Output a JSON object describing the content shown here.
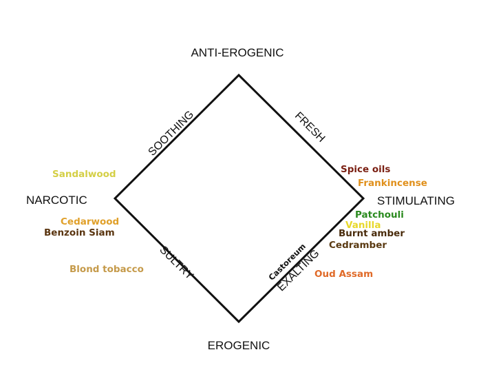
{
  "corners": {
    "top": "ANTI-EROGENIC",
    "bottom": "EROGENIC",
    "left": "NARCOTIC",
    "right": "STIMULATING"
  },
  "sides": {
    "top_left": "SOOTHING",
    "top_right": "FRESH",
    "bottom_left": "SULTRY",
    "bottom_right": "EXALTING"
  },
  "ingredients": {
    "sandalwood": {
      "label": "Sandalwood",
      "color": "#d4cf45"
    },
    "cedarwood": {
      "label": "Cedarwood",
      "color": "#e0a02a"
    },
    "benzoin_siam": {
      "label": "Benzoin Siam",
      "color": "#5a3510"
    },
    "blond_tobacco": {
      "label": "Blond tobacco",
      "color": "#c59a4a"
    },
    "spice_oils": {
      "label": "Spice oils",
      "color": "#7a1f12"
    },
    "frankincense": {
      "label": "Frankincense",
      "color": "#e0901c"
    },
    "patchouli": {
      "label": "Patchouli",
      "color": "#2a8a1e"
    },
    "vanilla": {
      "label": "Vanilla",
      "color": "#e8d82a"
    },
    "burnt_amber": {
      "label": "Burnt amber",
      "color": "#4a2c0c"
    },
    "cedramber": {
      "label": "Cedramber",
      "color": "#5a3a12"
    },
    "oud_assam": {
      "label": "Oud Assam",
      "color": "#e06a28"
    },
    "castoreum": {
      "label": "Castoreum",
      "color": "#111111"
    }
  }
}
